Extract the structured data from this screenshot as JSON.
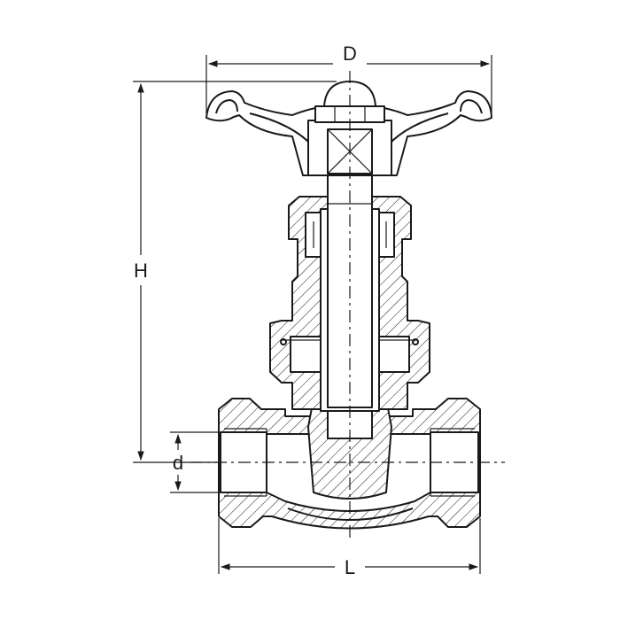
{
  "labels": {
    "diameter": "D",
    "height": "H",
    "port": "d",
    "length": "L"
  },
  "colors": {
    "line": "#1a1a1a",
    "background": "#ffffff"
  }
}
